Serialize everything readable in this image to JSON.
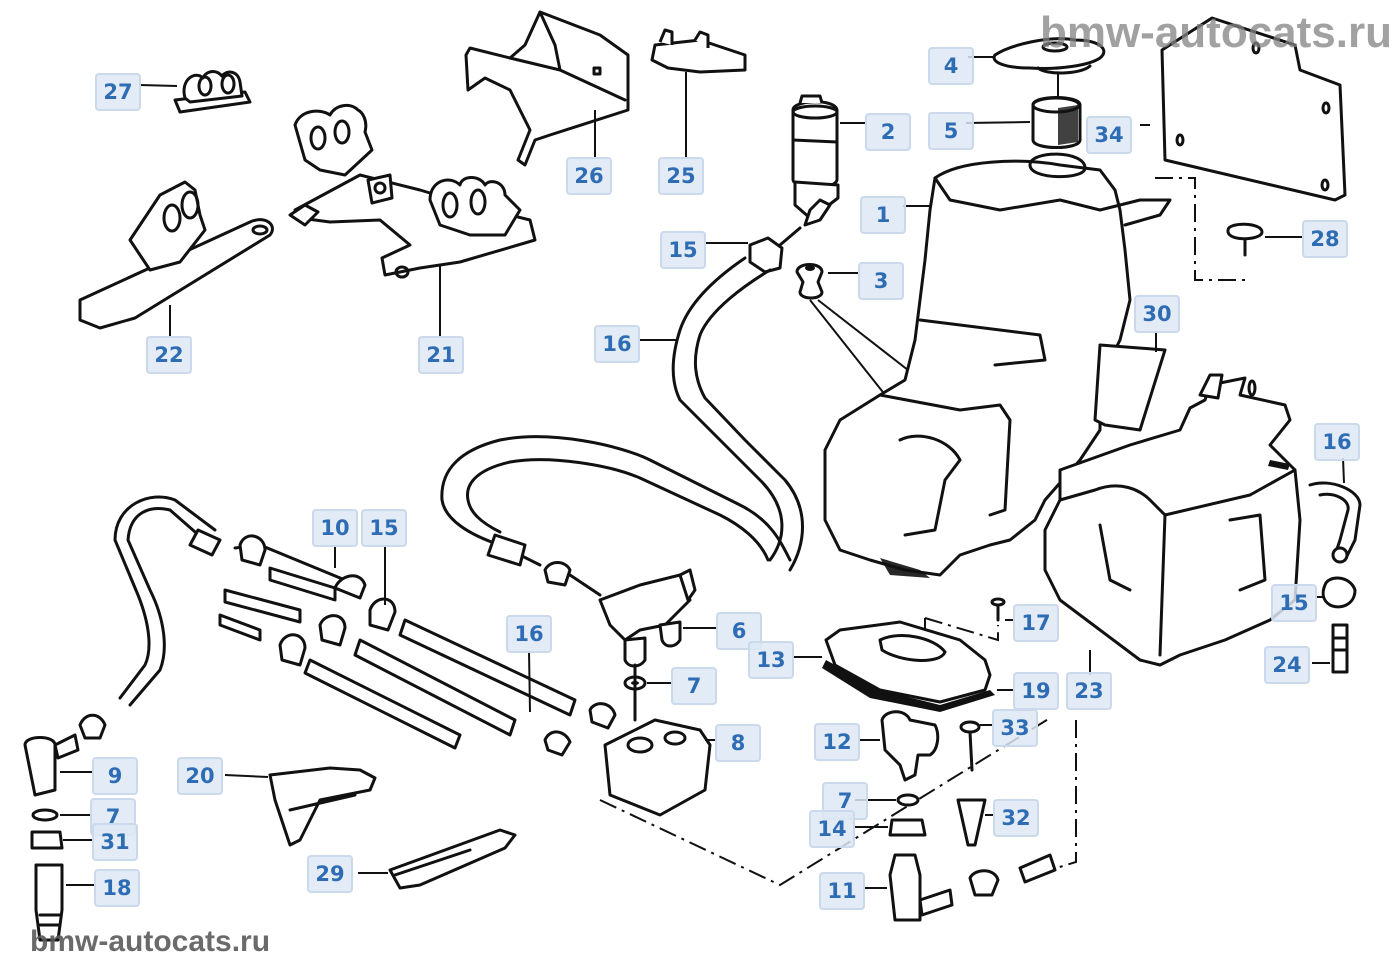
{
  "watermarks": {
    "top_right": "bmw-autocats.ru",
    "bottom_left": "bmw-autocats.ru"
  },
  "colors": {
    "callout_text": "#2e6db4",
    "callout_bg": "#dee8f4",
    "line_art": "#111111",
    "watermark": "#828282"
  },
  "diagram": {
    "subject": "Windscreen / headlight washer reservoir, pump and hoses (exploded parts view)",
    "callouts": [
      {
        "id": "c1",
        "label": "1"
      },
      {
        "id": "c2",
        "label": "2"
      },
      {
        "id": "c3",
        "label": "3"
      },
      {
        "id": "c4",
        "label": "4"
      },
      {
        "id": "c5",
        "label": "5"
      },
      {
        "id": "c34",
        "label": "34"
      },
      {
        "id": "c28",
        "label": "28"
      },
      {
        "id": "c27",
        "label": "27"
      },
      {
        "id": "c26",
        "label": "26"
      },
      {
        "id": "c25",
        "label": "25"
      },
      {
        "id": "c22",
        "label": "22"
      },
      {
        "id": "c21",
        "label": "21"
      },
      {
        "id": "c15a",
        "label": "15"
      },
      {
        "id": "c16a",
        "label": "16"
      },
      {
        "id": "c30",
        "label": "30"
      },
      {
        "id": "c16b",
        "label": "16"
      },
      {
        "id": "c15b",
        "label": "15"
      },
      {
        "id": "c24",
        "label": "24"
      },
      {
        "id": "c10",
        "label": "10"
      },
      {
        "id": "c15c",
        "label": "15"
      },
      {
        "id": "c16c",
        "label": "16"
      },
      {
        "id": "c6",
        "label": "6"
      },
      {
        "id": "c13",
        "label": "13"
      },
      {
        "id": "c17",
        "label": "17"
      },
      {
        "id": "c7a",
        "label": "7"
      },
      {
        "id": "c19",
        "label": "19"
      },
      {
        "id": "c23",
        "label": "23"
      },
      {
        "id": "c8",
        "label": "8"
      },
      {
        "id": "c12",
        "label": "12"
      },
      {
        "id": "c33",
        "label": "33"
      },
      {
        "id": "c9",
        "label": "9"
      },
      {
        "id": "c20",
        "label": "20"
      },
      {
        "id": "c7b",
        "label": "7"
      },
      {
        "id": "c31",
        "label": "31"
      },
      {
        "id": "c7c",
        "label": "7"
      },
      {
        "id": "c14",
        "label": "14"
      },
      {
        "id": "c32",
        "label": "32"
      },
      {
        "id": "c18",
        "label": "18"
      },
      {
        "id": "c29",
        "label": "29"
      },
      {
        "id": "c11",
        "label": "11"
      }
    ]
  }
}
